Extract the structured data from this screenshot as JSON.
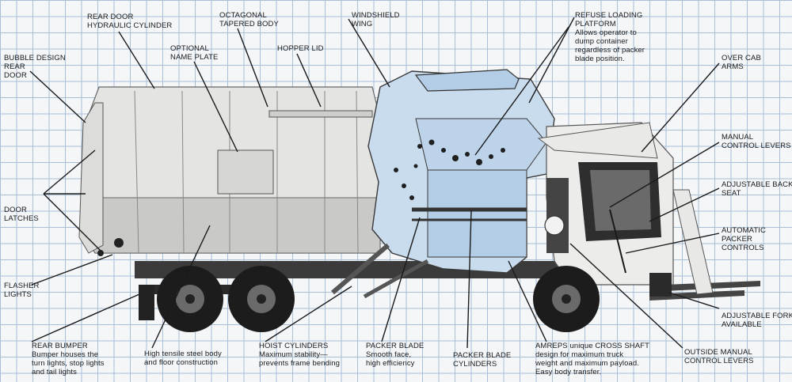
{
  "labels": {
    "bubble_design_rear_door": {
      "title": [
        "BUBBLE DESIGN",
        "REAR",
        "DOOR"
      ]
    },
    "rear_door_hydraulic_cylinder": {
      "title": [
        "REAR DOOR",
        "HYDRAULIC CYLINDER"
      ]
    },
    "octagonal_tapered_body": {
      "title": [
        "OCTAGONAL",
        "TAPERED BODY"
      ]
    },
    "windshield_wing": {
      "title": [
        "WINDSHIELD",
        "WING"
      ]
    },
    "optional_name_plate": {
      "title": [
        "OPTIONAL",
        "NAME PLATE"
      ]
    },
    "hopper_lid": {
      "title": [
        "HOPPER LID"
      ]
    },
    "refuse_loading_platform": {
      "title": [
        "REFUSE LOADING",
        "PLATFORM"
      ],
      "desc": [
        "Allows operator to",
        "dump container",
        "regardless of packer",
        "blade position."
      ]
    },
    "over_cab_arms": {
      "title": [
        "OVER CAB",
        "ARMS"
      ]
    },
    "manual_control_levers": {
      "title": [
        "MANUAL",
        "CONTROL LEVERS"
      ]
    },
    "adjustable_back_seat": {
      "title": [
        "ADJUSTABLE BACK",
        "SEAT"
      ]
    },
    "automatic_packer_controls": {
      "title": [
        "AUTOMATIC",
        "PACKER",
        "CONTROLS"
      ]
    },
    "door_latches": {
      "title": [
        "DOOR",
        "LATCHES"
      ]
    },
    "flasher_lights": {
      "title": [
        "FLASHER",
        "LIGHTS"
      ]
    },
    "adjustable_forks_available": {
      "title": [
        "ADJUSTABLE FORKS",
        "AVAILABLE"
      ]
    },
    "rear_bumper": {
      "title": [
        "REAR BUMPER"
      ],
      "desc": [
        "Bumper houses the",
        "turn lights, stop lights",
        "and tail lights"
      ]
    },
    "high_tensile_steel_body": {
      "title": [],
      "desc": [
        "High tensile steel body",
        "and floor construction"
      ]
    },
    "hoist_cylinders": {
      "title": [
        "HOIST CYLINDERS"
      ],
      "desc": [
        "Maximum stability—",
        "prevents frame bending"
      ]
    },
    "packer_blade": {
      "title": [
        "PACKER BLADE"
      ],
      "desc": [
        "Smooth face,",
        "high efficiency"
      ]
    },
    "packer_blade_cylinders": {
      "title": [
        "PACKER BLADE",
        "CYLINDERS"
      ]
    },
    "amreps_cross_shaft": {
      "title": [],
      "desc": [
        "AMREPS unique CROSS SHAFT",
        "design for maximum truck",
        "weight and maximum payload.",
        "Easy body transfer."
      ]
    },
    "outside_manual_control_levers": {
      "title": [
        "OUTSIDE MANUAL",
        "CONTROL LEVERS"
      ]
    }
  },
  "colors": {
    "grid": "#a9bfd6",
    "paper": "#f4f6f8",
    "body": "#e4e4e2",
    "body_lower": "#c9c9c7",
    "hopper": "#c9dcee",
    "ink": "#1a1a1a"
  }
}
